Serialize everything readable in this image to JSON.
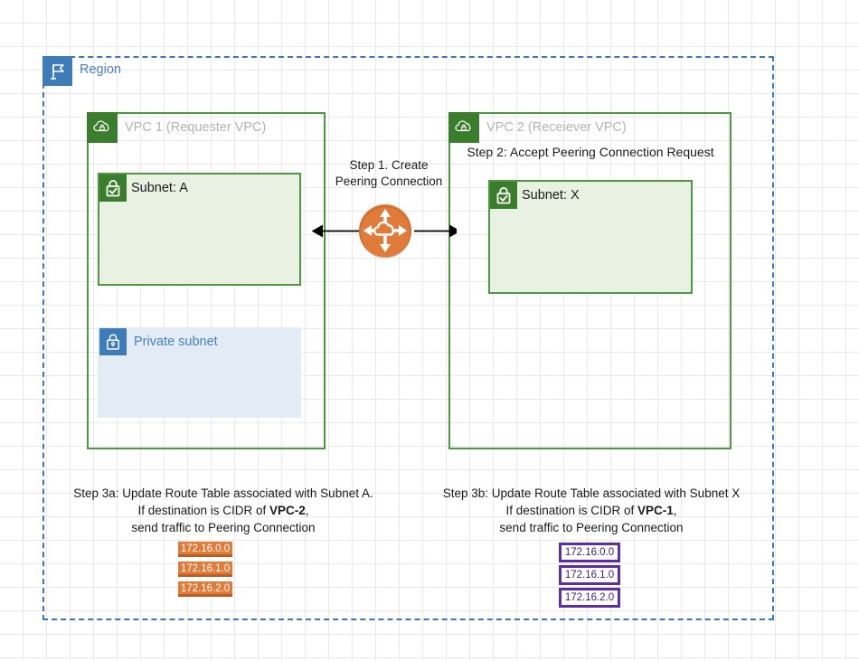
{
  "region": {
    "label": "Region",
    "icon": "flag-icon",
    "border_color": "#3a77bf"
  },
  "vpcs": [
    {
      "id": "vpc1",
      "label": "VPC 1 (Requester VPC)",
      "icon": "vpc-cloud-lock-icon",
      "border_color": "#4c9a3f",
      "subnets": [
        {
          "id": "subnet-a",
          "label": "Subnet: A",
          "icon": "lock-check-icon",
          "type": "public",
          "fill": "#e8f1e2"
        },
        {
          "id": "private-subnet",
          "label": "Private subnet",
          "icon": "lock-keyhole-icon",
          "type": "private",
          "fill": "#e3ecf5"
        }
      ]
    },
    {
      "id": "vpc2",
      "label": "VPC 2 (Receiever VPC)",
      "icon": "vpc-cloud-lock-icon",
      "border_color": "#4c9a3f",
      "subnets": [
        {
          "id": "subnet-x",
          "label": "Subnet: X",
          "icon": "lock-check-icon",
          "type": "public",
          "fill": "#e8f1e2"
        }
      ]
    }
  ],
  "steps": {
    "step1": "Step 1. Create\nPeering Connection",
    "step1_line1": "Step 1. Create",
    "step1_line2": "Peering Connection",
    "step2": "Step 2: Accept Peering Connection Request",
    "step3a_line1": "Step 3a: Update Route Table associated with Subnet A.",
    "step3a_line2_pre": "If destination is CIDR of ",
    "step3a_line2_bold": "VPC-2",
    "step3a_line2_post": ",",
    "step3a_line3": "send traffic to Peering Connection",
    "step3b_line1": "Step 3b: Update Route Table associated with Subnet X",
    "step3b_line2_pre": "If destination is CIDR of ",
    "step3b_line2_bold": "VPC-1",
    "step3b_line2_post": ",",
    "step3b_line3": "send traffic to Peering Connection"
  },
  "peering": {
    "icon": "peering-connection-icon",
    "color": "#e07b39",
    "arrow_left": "arrow-left-icon",
    "arrow_right": "arrow-right-icon"
  },
  "cidr_blocks": {
    "left": {
      "style_color": "#e07b39",
      "values": [
        "172.16.0.0",
        "172.16.1.0",
        "172.16.2.0"
      ]
    },
    "right": {
      "style_color": "#5b2ea6",
      "values": [
        "172.16.0.0",
        "172.16.1.0",
        "172.16.2.0"
      ]
    }
  }
}
